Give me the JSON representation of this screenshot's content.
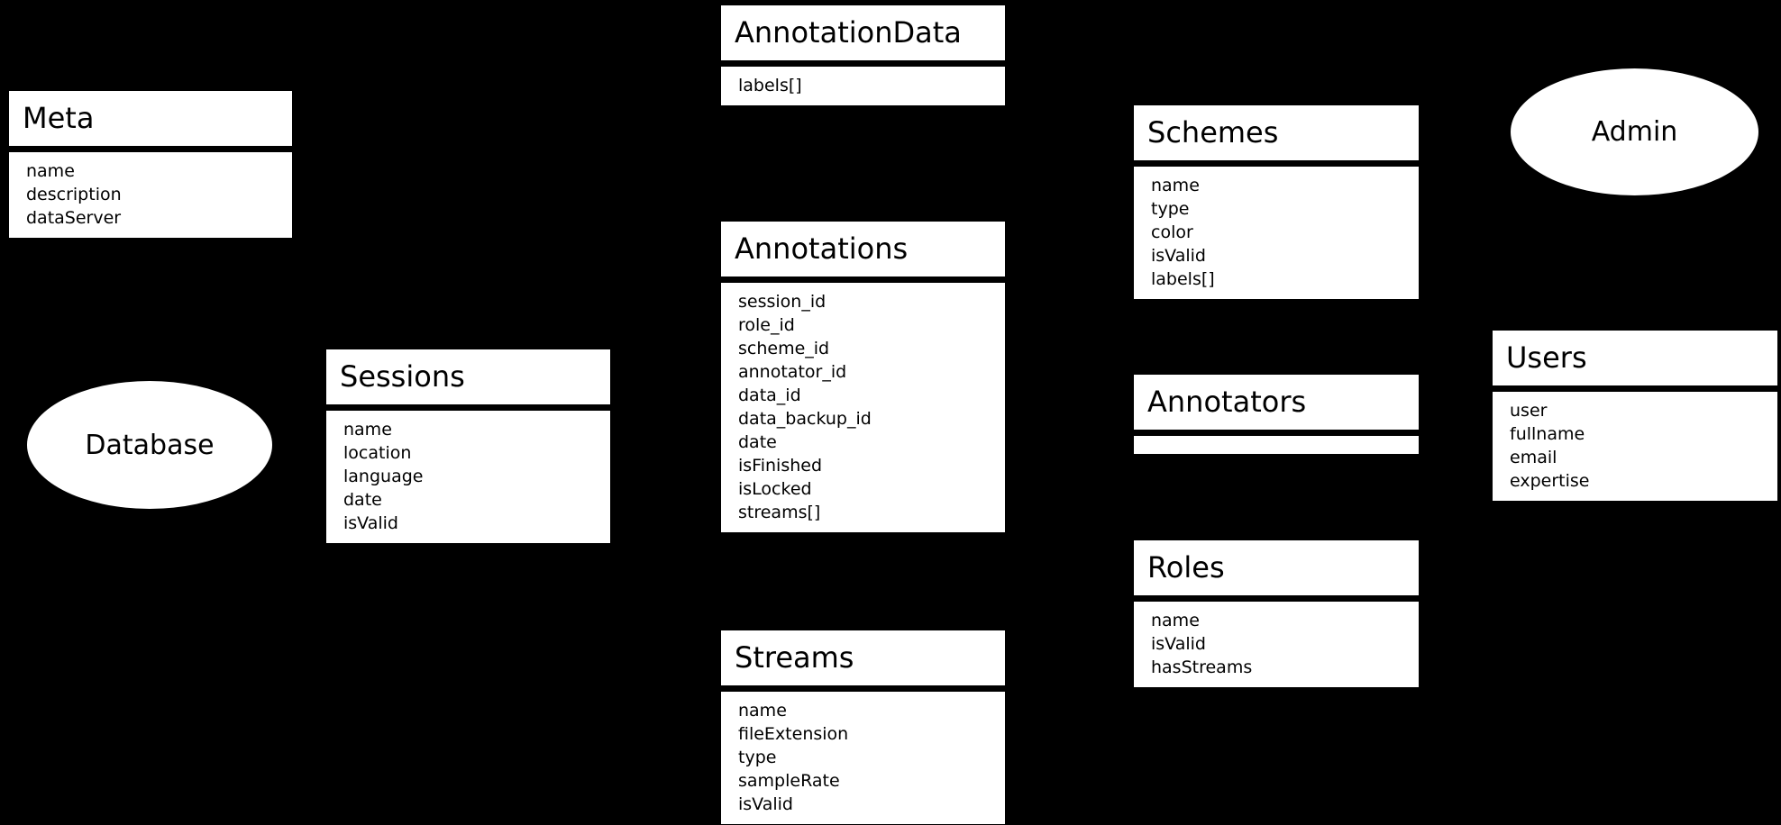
{
  "canvas": {
    "background": "#000000",
    "box_fill": "#ffffff",
    "text_color": "#000000"
  },
  "entities": [
    {
      "id": "meta",
      "title": "Meta",
      "attributes": [
        "name",
        "description",
        "dataServer"
      ]
    },
    {
      "id": "annotation-data",
      "title": "AnnotationData",
      "attributes": [
        "labels[]"
      ]
    },
    {
      "id": "schemes",
      "title": "Schemes",
      "attributes": [
        "name",
        "type",
        "color",
        "isValid",
        "labels[]"
      ]
    },
    {
      "id": "sessions",
      "title": "Sessions",
      "attributes": [
        "name",
        "location",
        "language",
        "date",
        "isValid"
      ]
    },
    {
      "id": "annotations",
      "title": "Annotations",
      "attributes": [
        "session_id",
        "role_id",
        "scheme_id",
        "annotator_id",
        "data_id",
        "data_backup_id",
        "date",
        "isFinished",
        "isLocked",
        "streams[]"
      ]
    },
    {
      "id": "annotators",
      "title": "Annotators",
      "attributes": []
    },
    {
      "id": "users",
      "title": "Users",
      "attributes": [
        "user",
        "fullname",
        "email",
        "expertise"
      ]
    },
    {
      "id": "roles",
      "title": "Roles",
      "attributes": [
        "name",
        "isValid",
        "hasStreams"
      ]
    },
    {
      "id": "streams",
      "title": "Streams",
      "attributes": [
        "name",
        "fileExtension",
        "type",
        "sampleRate",
        "isValid"
      ]
    }
  ],
  "nodes": [
    {
      "id": "database",
      "label": "Database"
    },
    {
      "id": "admin",
      "label": "Admin"
    }
  ]
}
